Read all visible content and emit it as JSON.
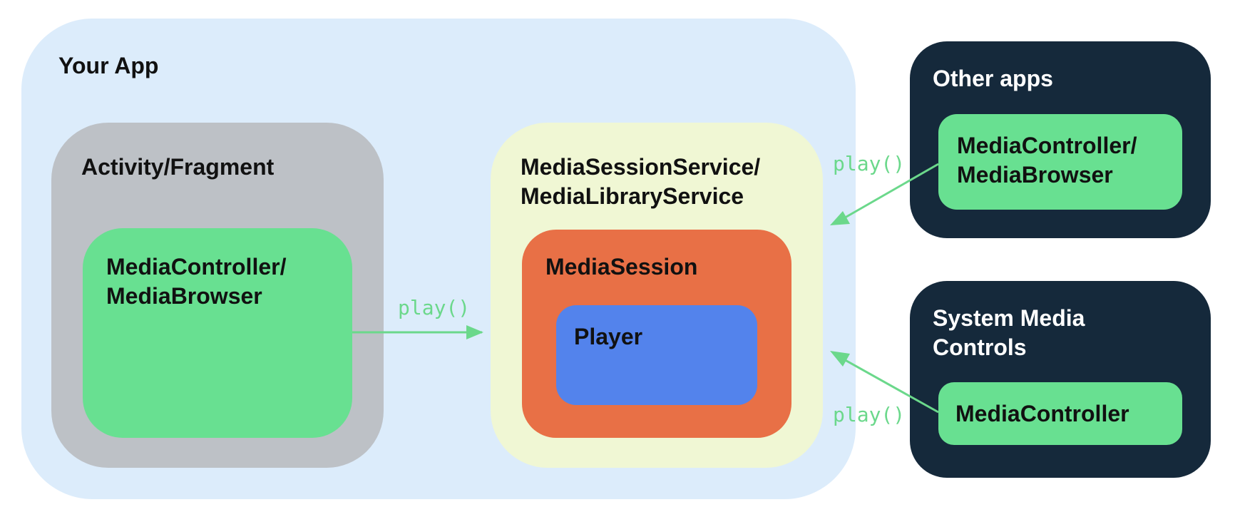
{
  "your_app": {
    "title": "Your App"
  },
  "activity_fragment": {
    "title": "Activity/Fragment",
    "controller": "MediaController/\nMediaBrowser"
  },
  "service": {
    "title": "MediaSessionService/\nMediaLibraryService",
    "session": "MediaSession",
    "player": "Player"
  },
  "other_apps": {
    "title": "Other apps",
    "controller": "MediaController/\nMediaBrowser"
  },
  "system_controls": {
    "title": "System Media\nControls",
    "controller": "MediaController"
  },
  "calls": {
    "left": "play()",
    "top_right": "play()",
    "bottom_right": "play()"
  },
  "colors": {
    "your_app_bg": "#dcecfb",
    "activity_bg": "#bdc1c6",
    "controller_green": "#68e091",
    "service_bg": "#f0f7d4",
    "session_orange": "#e87046",
    "player_blue": "#5383ec",
    "external_navy": "#15293b",
    "arrow_green": "#6bd88b"
  }
}
